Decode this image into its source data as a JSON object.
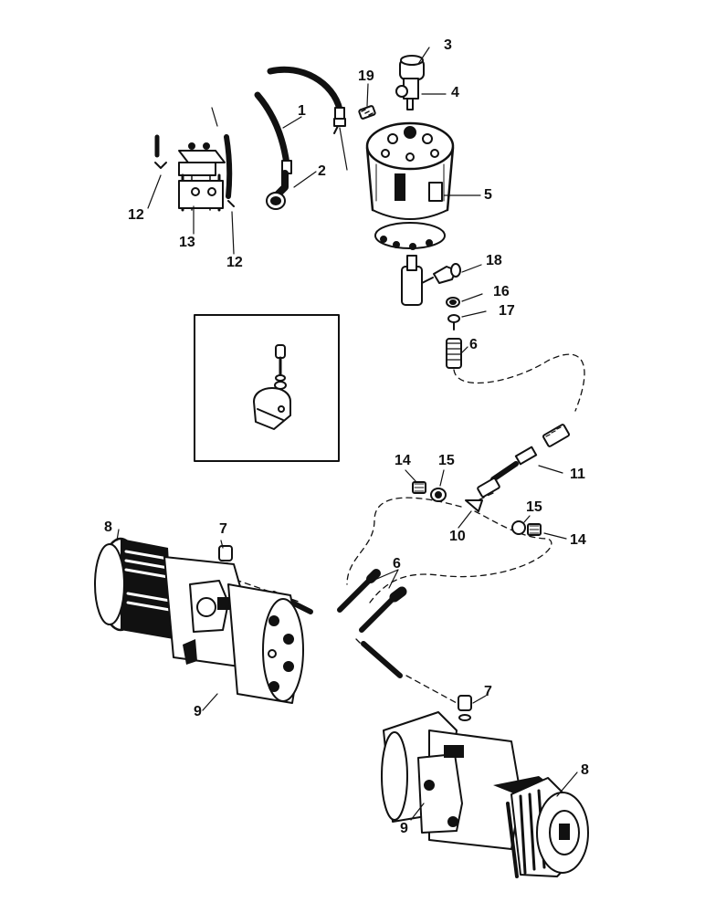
{
  "diagram": {
    "callouts": {
      "c1": "1",
      "c2": "2",
      "c3": "3",
      "c4": "4",
      "c5": "5",
      "c6a": "6",
      "c6b": "6",
      "c7a": "7",
      "c7b": "7",
      "c8a": "8",
      "c8b": "8",
      "c9a": "9",
      "c9b": "9",
      "c10": "10",
      "c11": "11",
      "c12a": "12",
      "c12b": "12",
      "c13": "13",
      "c14a": "14",
      "c14b": "14",
      "c15a": "15",
      "c15b": "15",
      "c16": "16",
      "c17": "17",
      "c18": "18",
      "c19": "19"
    }
  }
}
